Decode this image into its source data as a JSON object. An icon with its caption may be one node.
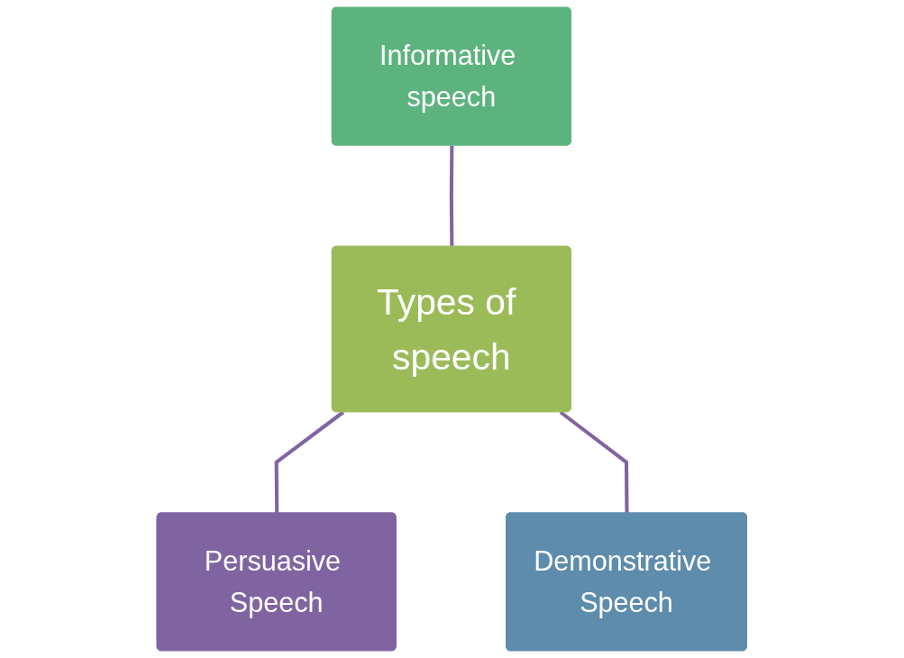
{
  "diagram": {
    "nodes": [
      {
        "text": [
          "Informative speech"
        ]
      },
      {
        "text": [
          "Types of speech"
        ]
      },
      {
        "text": [
          "Persuasive Speech"
        ]
      },
      {
        "text": [
          "Demonstrative Speech"
        ]
      }
    ],
    "edges": [
      {
        "from": 0,
        "to": 1,
        "arrow": "none"
      },
      {
        "from": 1,
        "to": 2,
        "arrow": "none"
      },
      {
        "from": 1,
        "to": 3,
        "arrow": "none"
      }
    ]
  }
}
